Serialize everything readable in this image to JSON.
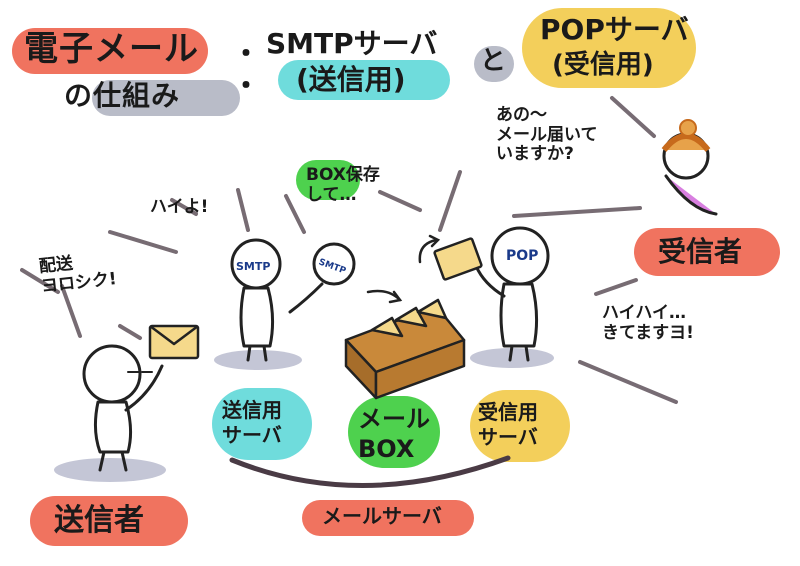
{
  "title": {
    "line1_a": "電子メール",
    "line1_b": "の仕組み",
    "smtp_a": "SMTPサーバ",
    "smtp_b": "(送信用)",
    "conj": "と",
    "pop_a": "POPサーバ",
    "pop_b": "(受信用)"
  },
  "labels": {
    "sender": "送信者",
    "receiver": "受信者",
    "send_server": "送信用\nサーバ",
    "mail_box": "メール\nBOX",
    "recv_server": "受信用\nサーバ",
    "mail_server": "メールサーバ",
    "smtp_head": "SMTP",
    "smtp_head2": "SMTP",
    "pop_head": "POP"
  },
  "speech": {
    "sender": "配送\nヨロシク!",
    "smtp": "ハイよ!",
    "box": "BOX保存\nして…",
    "receiver": "あの〜\nメール届いて\nいますか?",
    "pop": "ハイハイ…\nきてますヨ!"
  },
  "colors": {
    "red": "#f0735f",
    "gray": "#b9bcc8",
    "teal": "#6fdcdc",
    "yellow": "#f3cf5b",
    "green": "#4ed14e"
  }
}
